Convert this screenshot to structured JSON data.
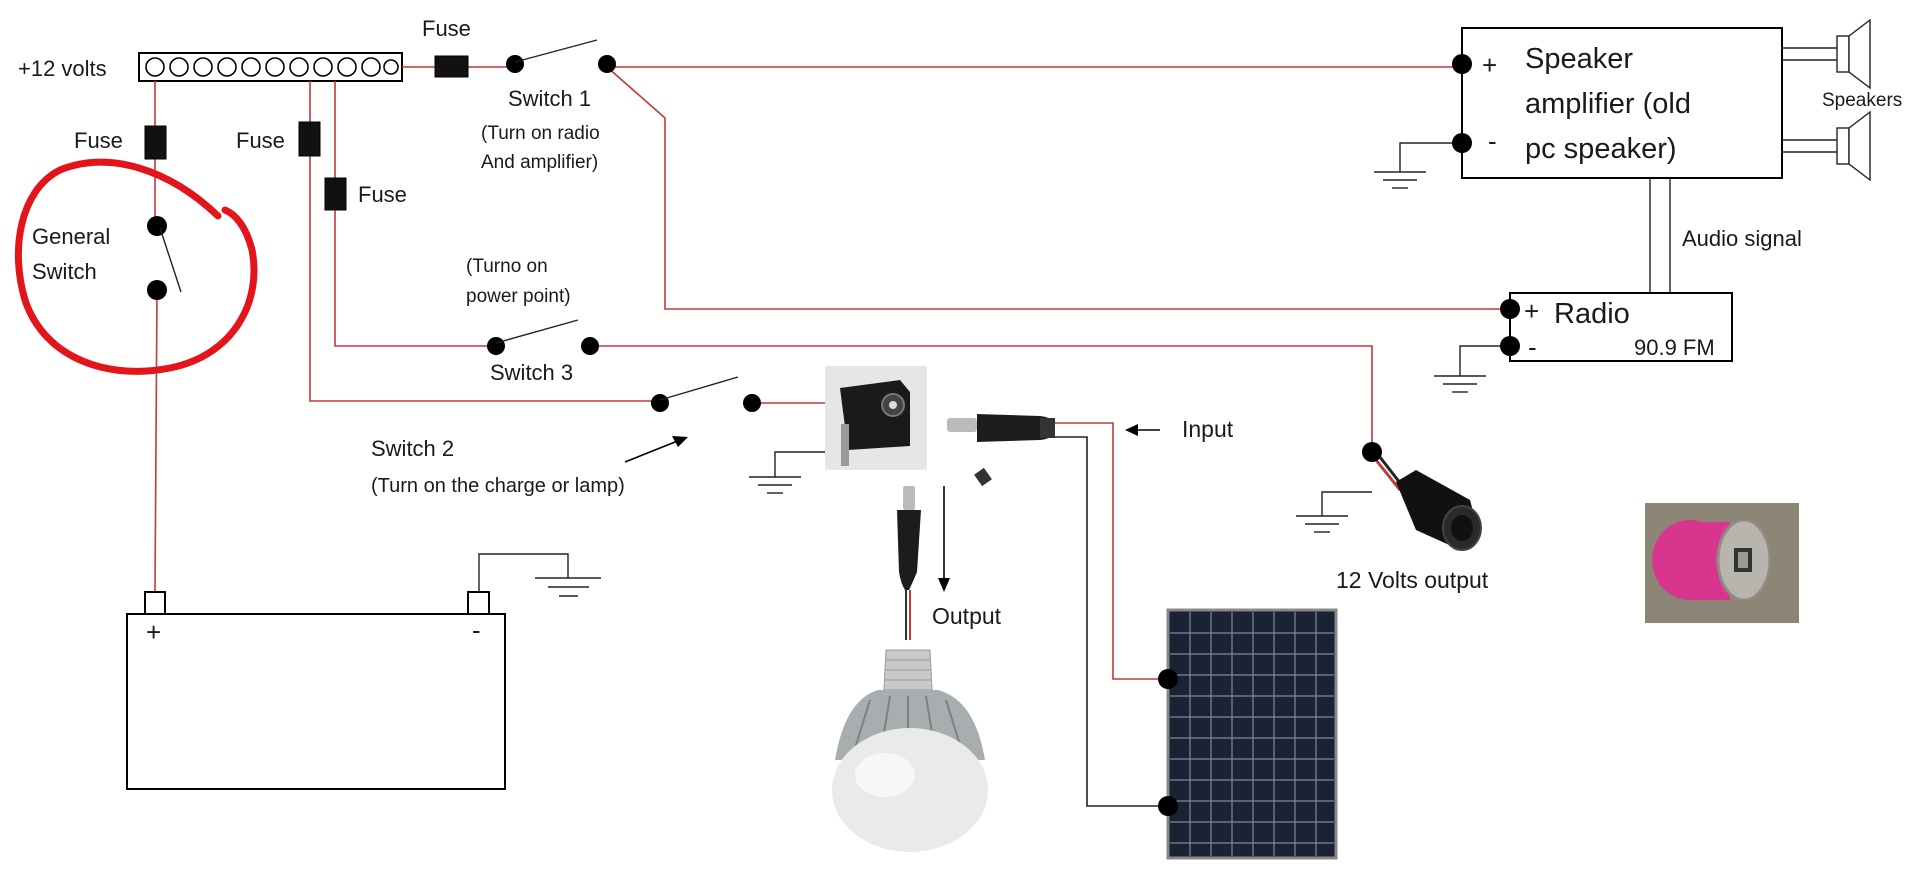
{
  "labels": {
    "plus12": "+12 volts",
    "fuse_top": "Fuse",
    "fuse_left": "Fuse",
    "fuse_mid": "Fuse",
    "fuse_low": "Fuse",
    "general_switch_1": "General",
    "general_switch_2": "Switch",
    "switch1": "Switch 1",
    "switch1_desc_1": "(Turn on radio",
    "switch1_desc_2": "And amplifier)",
    "switch3_desc_1": "(Turno on",
    "switch3_desc_2": "power point)",
    "switch3": "Switch 3",
    "switch2": "Switch 2",
    "switch2_desc": "(Turn on the charge or lamp)",
    "amp_plus": "+",
    "amp_minus": "-",
    "amp_1": "Speaker",
    "amp_2": "amplifier (old",
    "amp_3": "pc speaker)",
    "speakers": "Speakers",
    "audio_signal": "Audio signal",
    "radio_plus": "+",
    "radio_minus": "-",
    "radio": "Radio",
    "radio_freq": "90.9 FM",
    "input": "Input",
    "output": "Output",
    "twelve_out": "12 Volts output",
    "battery_plus": "+",
    "battery_minus": "-"
  },
  "colors": {
    "positive_wire": "#c0393b",
    "negative_wire": "#222222",
    "annotation_circle": "#e3141a",
    "usb_charger_body": "#d8368e"
  }
}
